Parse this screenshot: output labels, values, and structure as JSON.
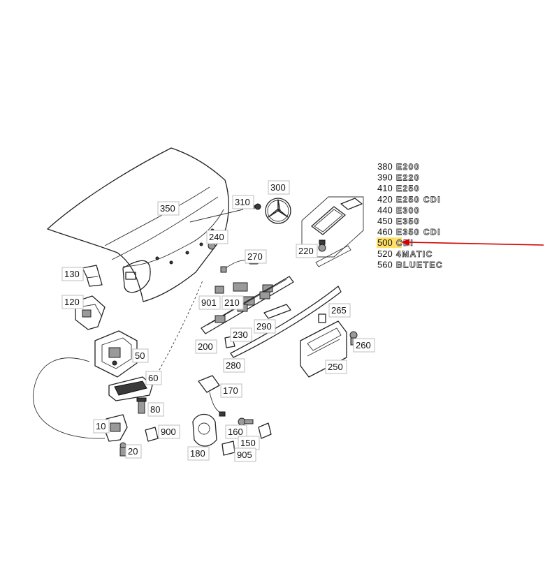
{
  "callouts": [
    {
      "id": "350",
      "text": "350"
    },
    {
      "id": "310",
      "text": "310"
    },
    {
      "id": "300",
      "text": "300"
    },
    {
      "id": "240",
      "text": "240"
    },
    {
      "id": "270",
      "text": "270"
    },
    {
      "id": "220",
      "text": "220"
    },
    {
      "id": "130",
      "text": "130"
    },
    {
      "id": "120",
      "text": "120"
    },
    {
      "id": "901",
      "text": "901"
    },
    {
      "id": "210",
      "text": "210"
    },
    {
      "id": "290",
      "text": "290"
    },
    {
      "id": "265",
      "text": "265"
    },
    {
      "id": "230",
      "text": "230"
    },
    {
      "id": "200",
      "text": "200"
    },
    {
      "id": "260",
      "text": "260"
    },
    {
      "id": "50",
      "text": "50"
    },
    {
      "id": "280",
      "text": "280"
    },
    {
      "id": "250",
      "text": "250"
    },
    {
      "id": "60",
      "text": "60"
    },
    {
      "id": "170",
      "text": "170"
    },
    {
      "id": "80",
      "text": "80"
    },
    {
      "id": "10",
      "text": "10"
    },
    {
      "id": "900",
      "text": "900"
    },
    {
      "id": "20",
      "text": "20"
    },
    {
      "id": "160",
      "text": "160"
    },
    {
      "id": "150",
      "text": "150"
    },
    {
      "id": "180",
      "text": "180"
    },
    {
      "id": "905",
      "text": "905"
    }
  ],
  "badges": [
    {
      "code": "380",
      "text": "E200"
    },
    {
      "code": "390",
      "text": "E220"
    },
    {
      "code": "410",
      "text": "E250"
    },
    {
      "code": "420",
      "text": "E250 CDI"
    },
    {
      "code": "440",
      "text": "E300"
    },
    {
      "code": "450",
      "text": "E350"
    },
    {
      "code": "460",
      "text": "E350 CDI"
    },
    {
      "code": "500",
      "text": "CDI"
    },
    {
      "code": "520",
      "text": "4MATIC"
    },
    {
      "code": "560",
      "text": "BLUETEC"
    }
  ],
  "highlight": {
    "code": "500",
    "color": "#ffe066"
  },
  "arrow_color": "#d40000"
}
